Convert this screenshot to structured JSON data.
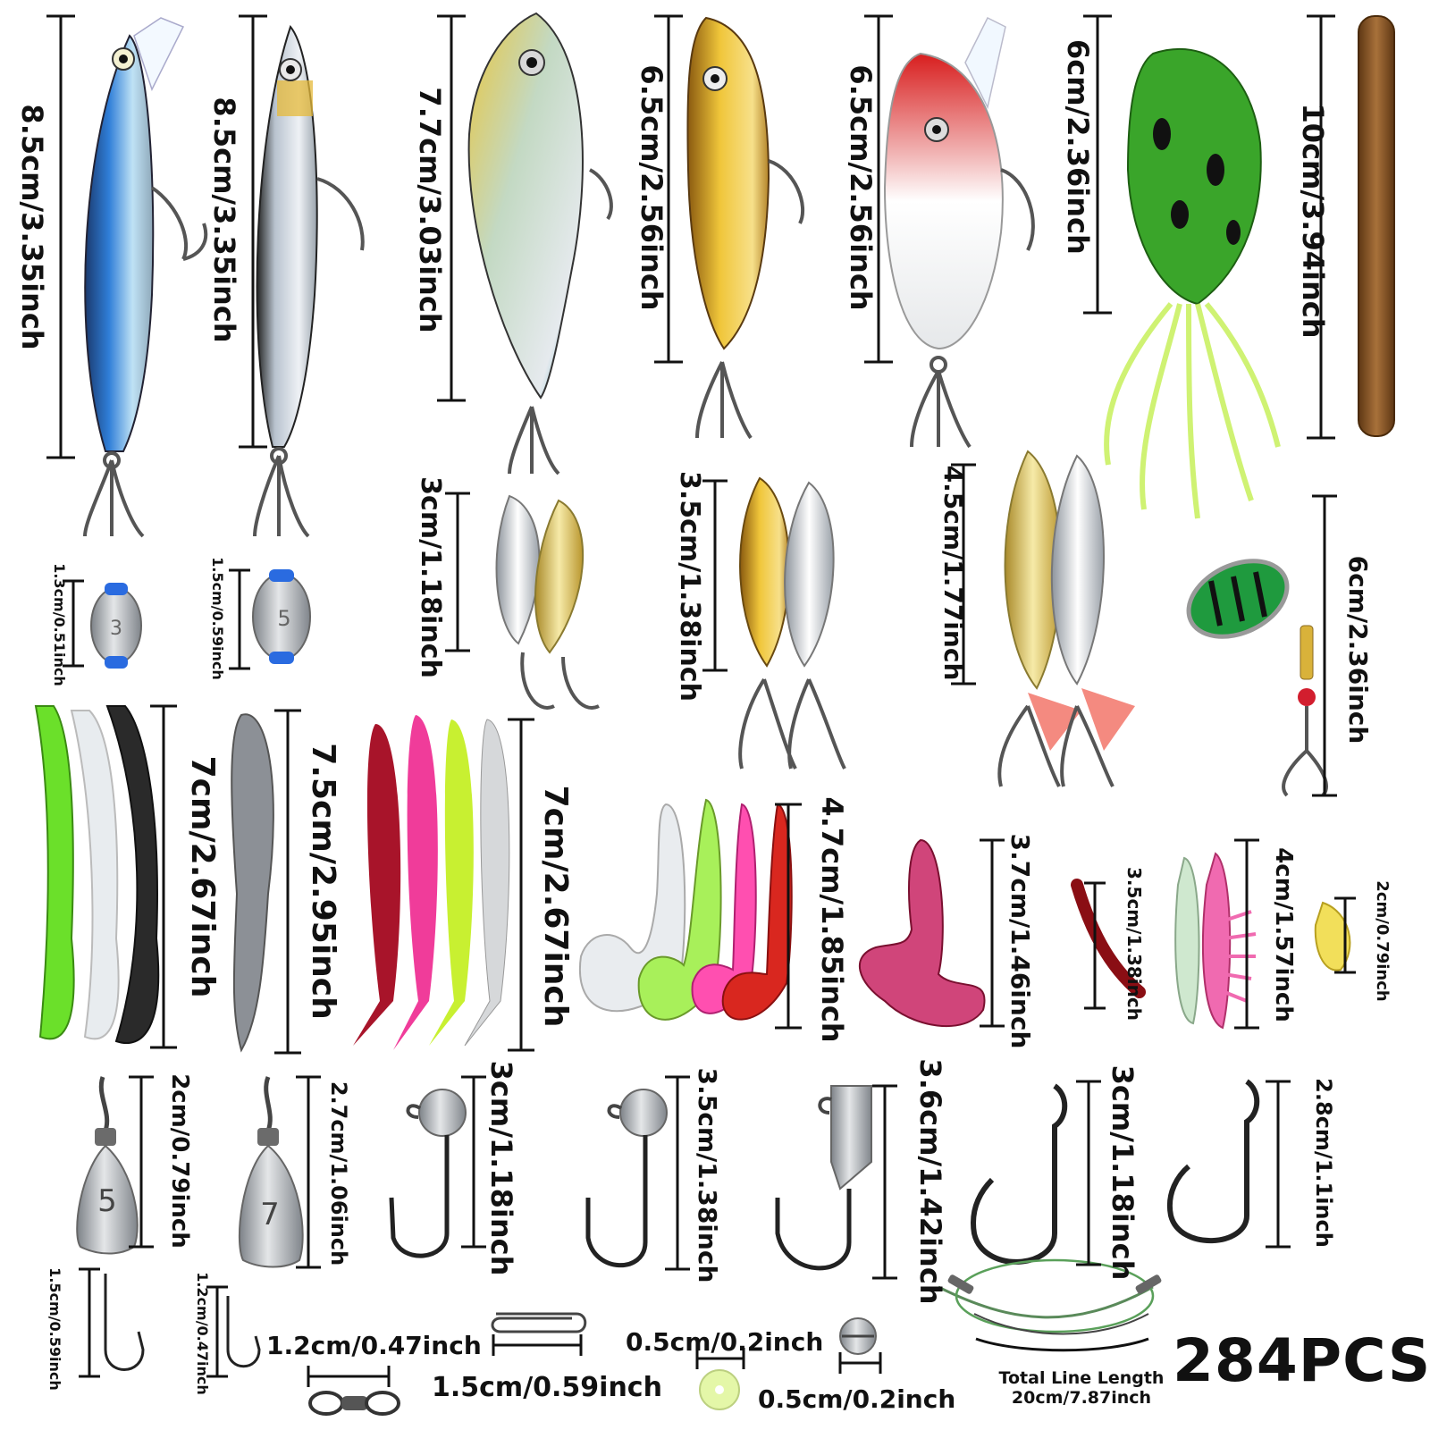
{
  "product": {
    "total_count": "284PCS",
    "line_note_1": "Total  Line Length",
    "line_note_2": "20cm/7.87inch"
  },
  "labels": {
    "minnow_blue": "8.5cm/3.35inch",
    "minnow_silver": "8.5cm/3.35inch",
    "vib_lure": "7.7cm/3.03inch",
    "popper": "6.5cm/2.56inch",
    "crankbait": "6.5cm/2.56inch",
    "frog": "6cm/2.36inch",
    "stick_worm": "10cm/3.94inch",
    "sinker_3": "1.3cm/0.51inch",
    "sinker_5": "1.5cm/0.59inch",
    "spoon_small": "3cm/1.18inch",
    "spoon_medium": "3.5cm/1.38inch",
    "spoon_large": "4.5cm/1.77inch",
    "spinner": "6cm/2.36inch",
    "paddle_tail_a": "7cm/2.67inch",
    "paddle_tail_b": "7.5cm/2.95inch",
    "paddle_tail_c": "7cm/2.67inch",
    "grub_tail": "4.7cm/1.85inch",
    "grub_single": "3.7cm/1.46inch",
    "worm_small": "3.5cm/1.38inch",
    "shrimp": "4cm/1.57inch",
    "maggot": "2cm/0.79inch",
    "bell_sinker_5": "2cm/0.79inch",
    "bell_sinker_7": "2.7cm/1.06inch",
    "jig_head_a": "3cm/1.18inch",
    "jig_head_b": "3.5cm/1.38inch",
    "jig_head_c": "3.6cm/1.42inch",
    "wide_hook_a": "3cm/1.18inch",
    "wide_hook_b": "2.8cm/1.1inch",
    "small_hook_a": "1.5cm/0.59inch",
    "small_hook_b": "1.2cm/0.47inch",
    "swivel": "1.2cm/0.47inch",
    "snap": "1.5cm/0.59inch",
    "bead": "0.5cm/0.2inch",
    "split_shot": "0.5cm/0.2inch"
  },
  "sinker_marks": {
    "olive_a": "3",
    "olive_b": "5",
    "bell_a": "5",
    "bell_b": "7"
  },
  "colors": {
    "text": "#111111",
    "hook_metal": "#555555",
    "frog_green": "#3aa52a",
    "worm_brown": "#8a5a2b",
    "gold": "#d9b23a",
    "silver": "#cfd3d8",
    "pink": "#f03c9a",
    "red_plastic": "#a8142a",
    "chartreuse": "#c8f031",
    "lime": "#6be02a",
    "blue_cap": "#2a6be0"
  }
}
